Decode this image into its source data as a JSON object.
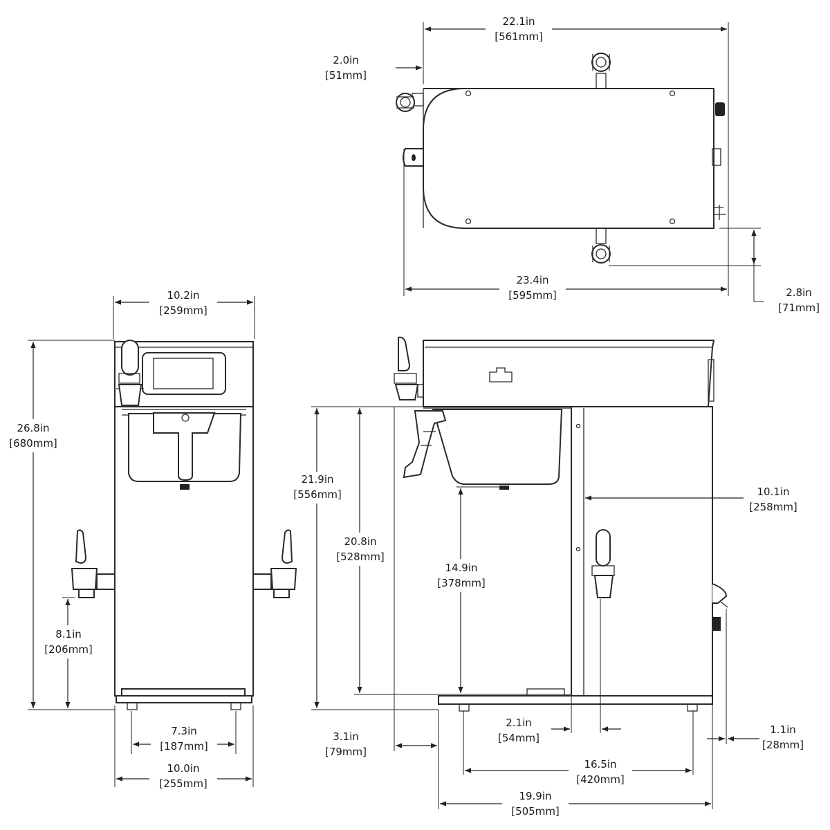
{
  "dimensions": {
    "top_width": {
      "inch": "22.1in",
      "mm": "[561mm]"
    },
    "top_left_offset": {
      "inch": "2.0in",
      "mm": "[51mm]"
    },
    "top_overall_width": {
      "inch": "23.4in",
      "mm": "[595mm]"
    },
    "top_right_offset": {
      "inch": "2.8in",
      "mm": "[71mm]"
    },
    "front_top_width": {
      "inch": "10.2in",
      "mm": "[259mm]"
    },
    "front_height": {
      "inch": "26.8in",
      "mm": "[680mm]"
    },
    "front_faucet_height": {
      "inch": "8.1in",
      "mm": "[206mm]"
    },
    "front_feet_spacing": {
      "inch": "7.3in",
      "mm": "[187mm]"
    },
    "front_base_width": {
      "inch": "10.0in",
      "mm": "[255mm]"
    },
    "side_cabinet_height": {
      "inch": "21.9in",
      "mm": "[556mm]"
    },
    "side_clearance_height": {
      "inch": "20.8in",
      "mm": "[528mm]"
    },
    "side_funnel_clearance": {
      "inch": "14.9in",
      "mm": "[378mm]"
    },
    "side_tower_depth": {
      "inch": "10.1in",
      "mm": "[258mm]"
    },
    "side_faucet_offset": {
      "inch": "2.1in",
      "mm": "[54mm]"
    },
    "side_rear_offset": {
      "inch": "1.1in",
      "mm": "[28mm]"
    },
    "side_front_offset": {
      "inch": "3.1in",
      "mm": "[79mm]"
    },
    "side_feet_spacing": {
      "inch": "16.5in",
      "mm": "[420mm]"
    },
    "side_depth": {
      "inch": "19.9in",
      "mm": "[505mm]"
    }
  }
}
